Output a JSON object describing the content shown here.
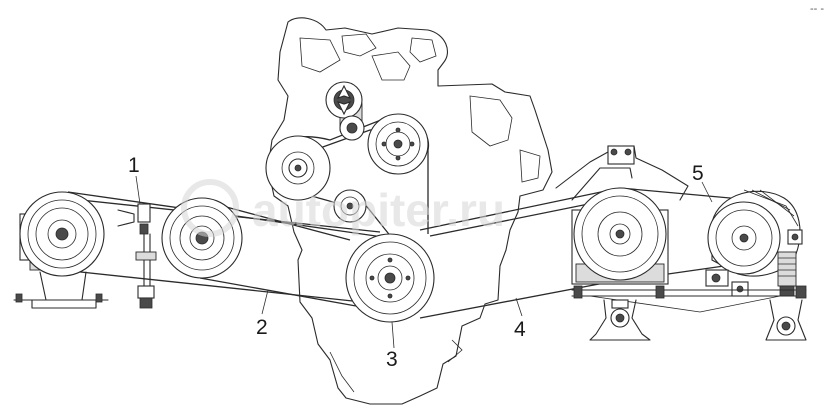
{
  "diagram": {
    "callouts": [
      "1",
      "2",
      "3",
      "4",
      "5"
    ],
    "watermark": "autopiter.ru",
    "corner_mark": "-- -"
  }
}
